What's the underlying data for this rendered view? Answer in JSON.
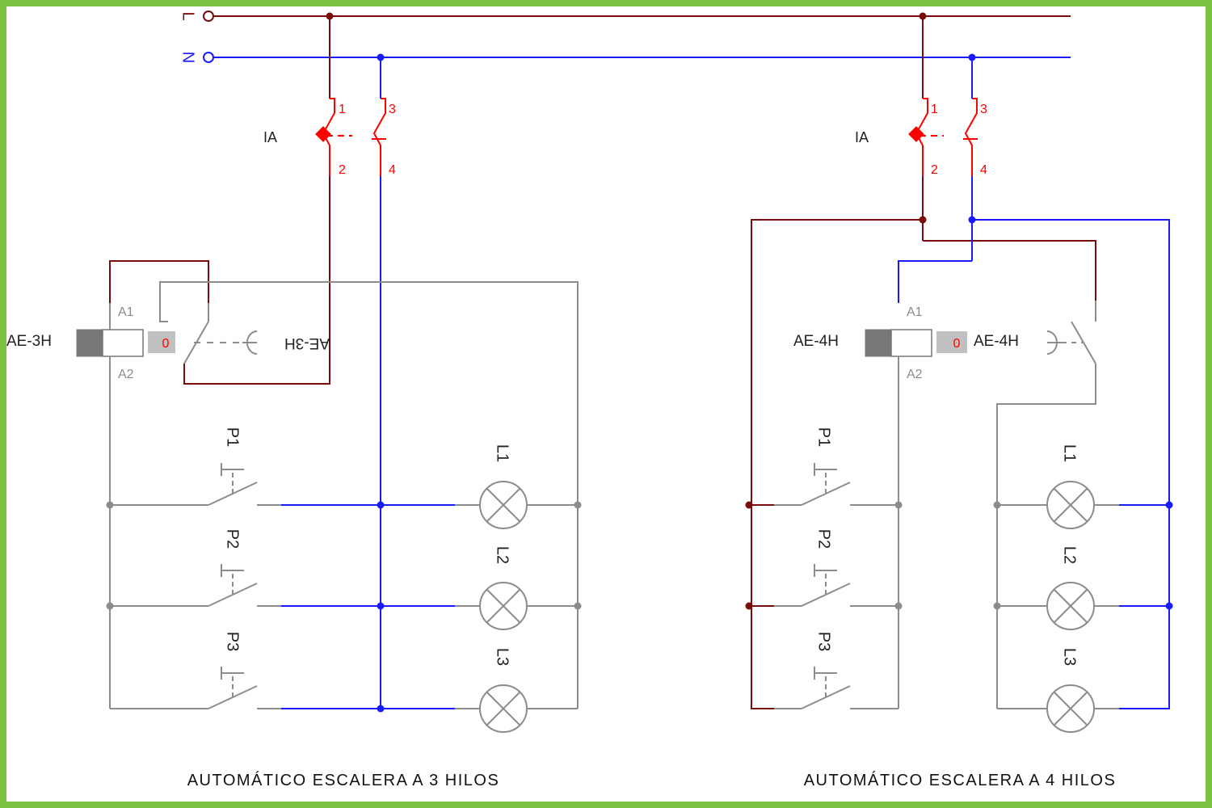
{
  "colors": {
    "phase": "#7a0c0c",
    "neutral": "#1a1aff",
    "breaker": "#ff0000",
    "gray": "#8c8c8c",
    "frame": "#7cc142"
  },
  "mains": {
    "phase_label": "L",
    "neutral_label": "N"
  },
  "left": {
    "breaker_label": "IA",
    "terminals": [
      "1",
      "2",
      "3",
      "4"
    ],
    "coil_terminals": [
      "A1",
      "A2"
    ],
    "timer_label": "AE-3H",
    "timer_label_mirrored": "AE-3H",
    "timer_value": "0",
    "pushbuttons": [
      "P1",
      "P2",
      "P3"
    ],
    "lamps": [
      "L1",
      "L2",
      "L3"
    ],
    "caption": "AUTOMÁTICO ESCALERA A 3 HILOS"
  },
  "right": {
    "breaker_label": "IA",
    "terminals": [
      "1",
      "2",
      "3",
      "4"
    ],
    "coil_terminals": [
      "A1",
      "A2"
    ],
    "timer_label": "AE-4H",
    "timer_label_contact": "AE-4H",
    "timer_value": "0",
    "pushbuttons": [
      "P1",
      "P2",
      "P3"
    ],
    "lamps": [
      "L1",
      "L2",
      "L3"
    ],
    "caption": "AUTOMÁTICO ESCALERA A 4 HILOS"
  }
}
